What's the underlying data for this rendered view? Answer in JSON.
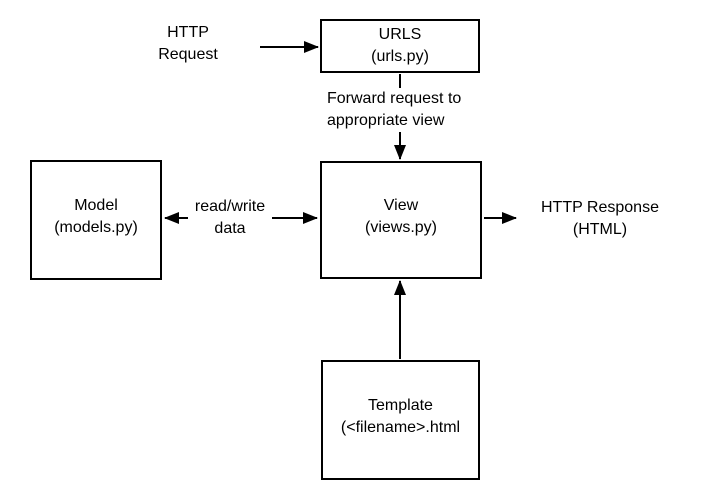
{
  "colors": {
    "background": "#ffffff",
    "stroke": "#000000",
    "text": "#000000",
    "box_fill": "#ffffff"
  },
  "boxes": {
    "urls": {
      "title": "URLS",
      "subtitle": "(urls.py)"
    },
    "model": {
      "title": "Model",
      "subtitle": "(models.py)"
    },
    "view": {
      "title": "View",
      "subtitle": "(views.py)"
    },
    "template": {
      "title": "Template",
      "subtitle": "(<filename>.html"
    }
  },
  "labels": {
    "http_request": {
      "line1": "HTTP",
      "line2": "Request"
    },
    "forward_request": {
      "line1": "Forward request to",
      "line2": "appropriate view"
    },
    "read_write": {
      "line1": "read/write",
      "line2": "data"
    },
    "http_response": {
      "line1": "HTTP Response",
      "line2": "(HTML)"
    }
  },
  "connectors": [
    {
      "name": "http-request-to-urls",
      "from": "HTTP Request label",
      "to": "URLS box",
      "direction": "right"
    },
    {
      "name": "urls-to-view",
      "from": "URLS box",
      "to": "View box",
      "direction": "down"
    },
    {
      "name": "view-to-model",
      "from": "View box",
      "to": "Model box",
      "direction": "left"
    },
    {
      "name": "model-to-view",
      "from": "Model box",
      "to": "View box",
      "direction": "right"
    },
    {
      "name": "view-to-http-response",
      "from": "View box",
      "to": "HTTP Response label",
      "direction": "right"
    },
    {
      "name": "template-to-view",
      "from": "Template box",
      "to": "View box",
      "direction": "up"
    }
  ]
}
